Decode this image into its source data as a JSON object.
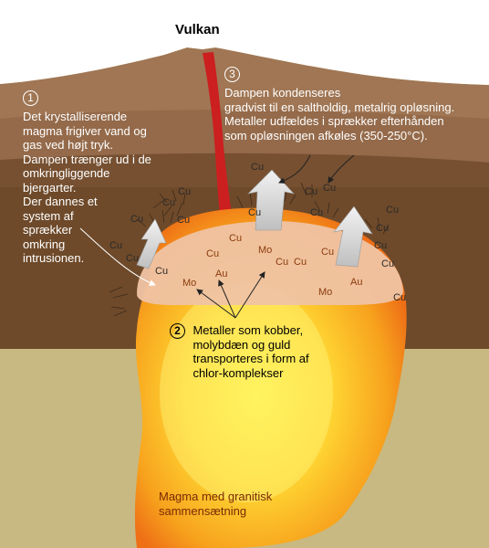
{
  "volcano_label": "Vulkan",
  "step1": {
    "number": "1",
    "text": "Det krystalliserende\nmagma frigiver vand og\ngas ved højt tryk.\nDampen trænger ud i de\nomkringliggende\nbjergarter.\nDer dannes et\nsystem af\nsprækker\nomkring\nintrusionen."
  },
  "step2": {
    "number": "2",
    "text": "Metaller som kobber,\nmolybdæn og guld\ntransporteres i form af\nchlor-komplekser"
  },
  "step3": {
    "number": "3",
    "text": "Dampen kondenseres\ngradvist til en saltholdig, metalrig opløsning.\nMetaller udfældes i sprækker  efterhånden\nsom opløsningen afkøles (350-250°C)."
  },
  "magma_label": "Magma med granitisk\nsammensætning",
  "metals": {
    "cu": "Cu",
    "mo": "Mo",
    "au": "Au"
  },
  "colors": {
    "sky": "#ffffff",
    "mountain": "#a07654",
    "crust": "#6e4a2a",
    "ground": "#c7b880",
    "lava": "#cc1f1f",
    "magma_outer": "#f07a1a",
    "magma_inner": "#ffe03a",
    "cap": "#efc3a3",
    "arrow": "#d9d9d9"
  }
}
